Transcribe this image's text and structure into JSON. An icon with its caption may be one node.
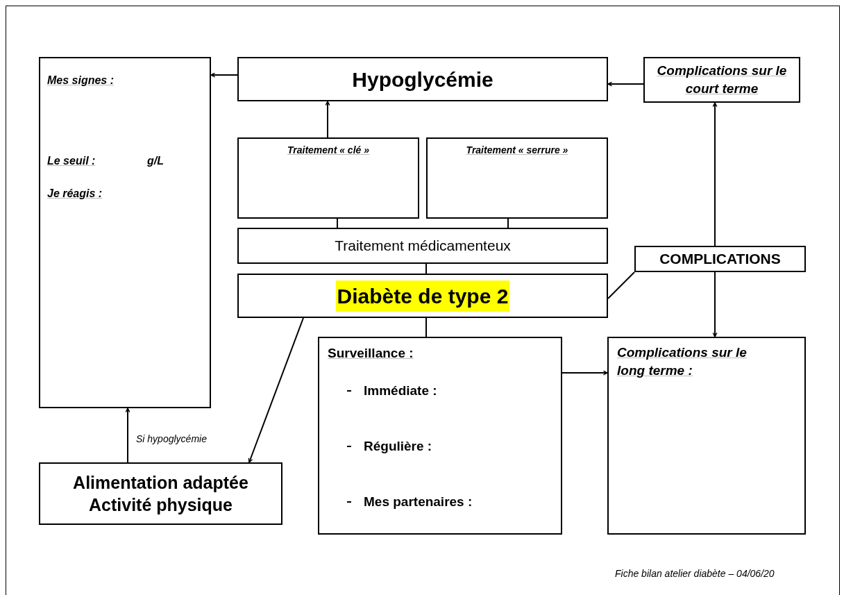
{
  "diagram": {
    "caption": "Fiche bilan atelier diabète – 04/06/20",
    "nodes": [
      {
        "text": [
          "Mes signes :",
          "Le seuil :",
          "g/L",
          "Je réagis :"
        ]
      },
      {
        "text": [
          "Hypoglycémie"
        ]
      },
      {
        "text": [
          "Complications sur le court terme"
        ]
      },
      {
        "text": [
          "Traitement « clé »"
        ]
      },
      {
        "text": [
          "Traitement « serrure »"
        ]
      },
      {
        "text": [
          "Traitement médicamenteux"
        ]
      },
      {
        "text": [
          "Diabète de type 2"
        ]
      },
      {
        "text": [
          "COMPLICATIONS"
        ]
      },
      {
        "text": [
          "Surveillance :",
          "Immédiate :",
          "Régulière :",
          "Mes partenaires :"
        ]
      },
      {
        "text": [
          "Complications sur le long terme :"
        ]
      },
      {
        "text": [
          "Alimentation adaptée Activité physique"
        ]
      }
    ],
    "edges": [
      {
        "from": 1,
        "to": 0,
        "arrow": "to"
      },
      {
        "from": 2,
        "to": 1,
        "arrow": "to"
      },
      {
        "from": 3,
        "to": 1,
        "arrow": "to"
      },
      {
        "from": 3,
        "to": 5,
        "arrow": "none"
      },
      {
        "from": 4,
        "to": 5,
        "arrow": "none"
      },
      {
        "from": 5,
        "to": 6,
        "arrow": "none"
      },
      {
        "from": 6,
        "to": 7,
        "arrow": "none"
      },
      {
        "from": 7,
        "to": 2,
        "arrow": "to"
      },
      {
        "from": 7,
        "to": 9,
        "arrow": "to"
      },
      {
        "from": 6,
        "to": 8,
        "arrow": "none"
      },
      {
        "from": 6,
        "to": 10,
        "arrow": "to"
      },
      {
        "from": 10,
        "to": 0,
        "arrow": "to",
        "label": "Si hypoglycémie"
      },
      {
        "from": 8,
        "to": 9,
        "arrow": "to"
      }
    ]
  }
}
